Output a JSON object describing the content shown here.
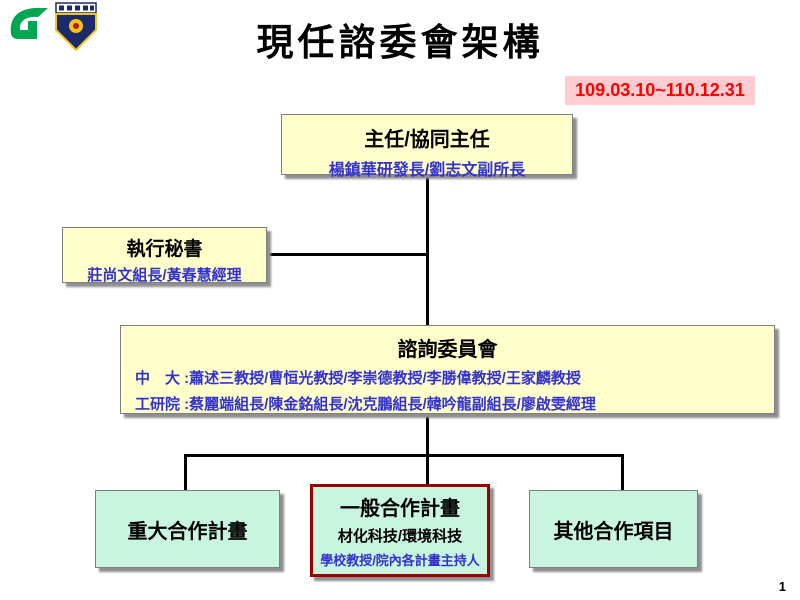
{
  "slide": {
    "title": "現任諮委會架構",
    "date_range": "109.03.10~110.12.31",
    "page_number": "1"
  },
  "icons": {
    "logo": "green-org-logo-icon",
    "emblem": "school-badge-icon"
  },
  "colors": {
    "accent_red": "#FF0000",
    "date_badge_bg": "#FFCCD2",
    "node_yellow": "#FFFFCC",
    "node_mint": "#C8F4E0",
    "text_blue": "#3333CC",
    "highlight_border_red": "#990000"
  },
  "org": {
    "director": {
      "title": "主任/協同主任",
      "names": "楊鎮華研發長/劉志文副所長"
    },
    "secretary": {
      "title": "執行秘書",
      "names": "莊尚文組長/黃春慧經理"
    },
    "committee": {
      "title": "諮詢委員會",
      "members_ncu": "中　大 :蕭述三教授/曹恒光教授/李崇德教授/李勝偉教授/王家麟教授",
      "members_itri": "工研院 :蔡麗端組長/陳金銘組長/沈克鵬組長/韓吟龍副組長/廖啟雯經理"
    },
    "programs": [
      {
        "title": "重大合作計畫"
      },
      {
        "title": "一般合作計畫",
        "subtitle": "材化科技/環境科技",
        "note": "學校教授/院內各計畫主持人"
      },
      {
        "title": "其他合作項目"
      }
    ]
  }
}
